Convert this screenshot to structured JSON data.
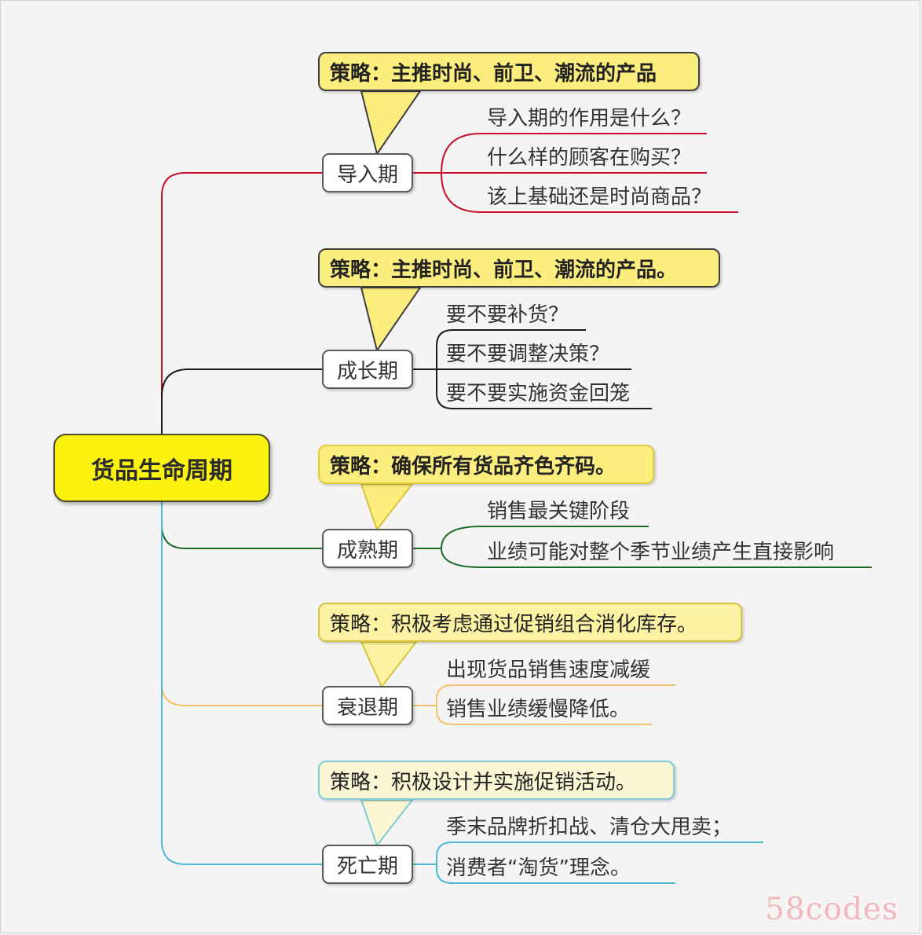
{
  "root": {
    "label": "货品生命周期"
  },
  "stages": [
    {
      "label": "导入期",
      "strategy": "策略：主推时尚、前卫、潮流的产品",
      "details": [
        "导入期的作用是什么？",
        "什么样的顾客在购买？",
        "该上基础还是时尚商品？"
      ]
    },
    {
      "label": "成长期",
      "strategy": "策略：主推时尚、前卫、潮流的产品。",
      "details": [
        "要不要补货？",
        "要不要调整决策？",
        "要不要实施资金回笼"
      ]
    },
    {
      "label": "成熟期",
      "strategy": "策略：确保所有货品齐色齐码。",
      "details": [
        "销售最关键阶段",
        "业绩可能对整个季节业绩产生直接影响"
      ]
    },
    {
      "label": "衰退期",
      "strategy": "策略：积极考虑通过促销组合消化库存。",
      "details": [
        "出现货品销售速度减缓",
        "销售业绩缓慢降低。"
      ]
    },
    {
      "label": "死亡期",
      "strategy": "策略：积极设计并实施促销活动。",
      "details": [
        "季末品牌折扣战、清仓大甩卖；",
        "消费者“淘货”理念。"
      ]
    }
  ],
  "colors": {
    "stage1": "#c8102e",
    "stage2": "#1a1a1a",
    "stage3": "#1d6b2c",
    "stage4": "#f2c068",
    "stage5": "#4bb8d6",
    "root_fill": "#fbf210",
    "strategy_fill": "#fcee7e"
  },
  "watermark": "58codes"
}
